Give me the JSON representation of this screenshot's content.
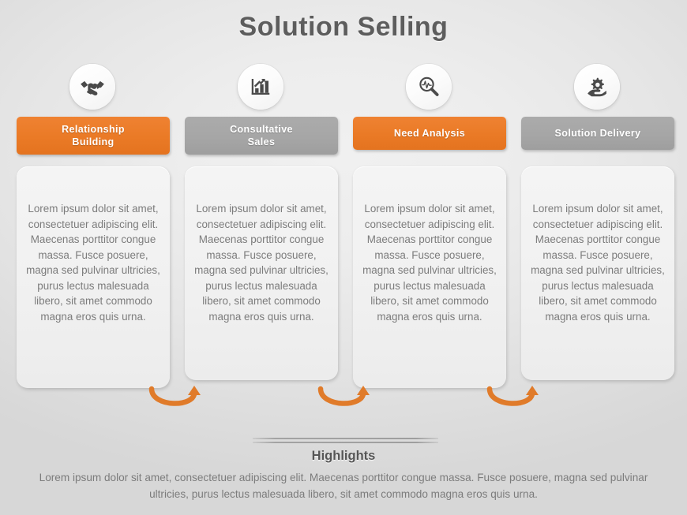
{
  "slide": {
    "title": "Solution Selling",
    "background_color": "#ededed",
    "accent_orange": "#ea7a26",
    "accent_gray": "#a6a6a6"
  },
  "steps": [
    {
      "icon": "handshake-icon",
      "label": "Relationship\nBuilding",
      "label_line1": "Relationship",
      "label_line2": "Building",
      "label_color": "#ea7a26",
      "body": "Lorem ipsum dolor sit amet, consectetuer adipiscing elit. Maecenas porttitor congue massa. Fusce posuere, magna sed pulvinar ultricies, purus lectus malesuada libero, sit amet commodo magna eros quis urna."
    },
    {
      "icon": "bar-chart-growth-icon",
      "label": "Consultative\nSales",
      "label_line1": "Consultative",
      "label_line2": "Sales",
      "label_color": "#a6a6a6",
      "body": "Lorem ipsum dolor sit amet, consectetuer adipiscing elit. Maecenas porttitor congue massa. Fusce posuere, magna sed pulvinar ultricies, purus lectus malesuada libero, sit amet commodo magna eros quis urna."
    },
    {
      "icon": "magnifier-analytics-icon",
      "label": "Need Analysis",
      "label_line1": "Need Analysis",
      "label_line2": "",
      "label_color": "#ea7a26",
      "body": "Lorem ipsum dolor sit amet, consectetuer adipiscing elit. Maecenas porttitor congue massa. Fusce posuere, magna sed pulvinar ultricies, purus lectus malesuada libero, sit amet commodo magna eros quis urna."
    },
    {
      "icon": "hand-gear-icon",
      "label": "Solution Delivery",
      "label_line1": "Solution Delivery",
      "label_line2": "",
      "label_color": "#a6a6a6",
      "body": "Lorem ipsum dolor sit amet, consectetuer adipiscing elit. Maecenas porttitor congue massa. Fusce posuere, magna sed pulvinar ultricies, purus lectus malesuada libero, sit amet commodo magna eros quis urna."
    }
  ],
  "connectors": [
    {
      "icon": "curved-arrow-icon",
      "color": "#e07b2a"
    },
    {
      "icon": "curved-arrow-icon",
      "color": "#e07b2a"
    },
    {
      "icon": "curved-arrow-icon",
      "color": "#e07b2a"
    }
  ],
  "highlights": {
    "title": "Highlights",
    "body": "Lorem ipsum dolor sit amet, consectetuer adipiscing elit. Maecenas porttitor congue massa. Fusce posuere, magna sed pulvinar ultricies, purus lectus malesuada libero, sit amet commodo magna eros quis urna."
  }
}
